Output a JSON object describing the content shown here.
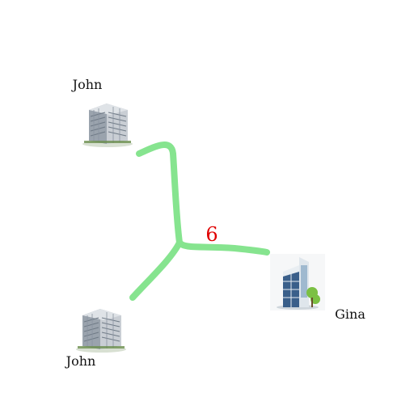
{
  "nodes": {
    "top_left": {
      "label": "John",
      "icon": "office-tower-icon"
    },
    "bottom_left": {
      "label": "John",
      "icon": "office-tower-icon"
    },
    "right": {
      "label": "Gina",
      "icon": "modern-office-building-icon"
    }
  },
  "edge": {
    "weight": "6"
  },
  "colors": {
    "edge": "#86e48f",
    "weight_text": "#e00000",
    "label_text": "#111111",
    "glass_dark": "#3a5f8a",
    "glass_light": "#9fb9cf",
    "tree_green": "#7bc043"
  }
}
